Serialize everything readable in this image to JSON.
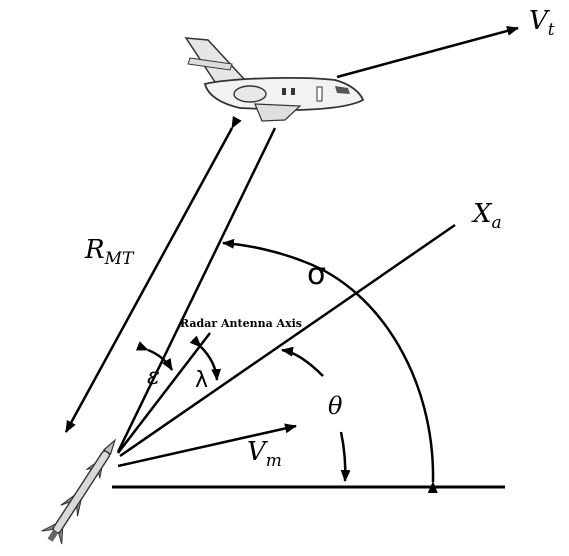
{
  "labels": {
    "vt_main": "V",
    "vt_sub": "t",
    "rmt_main": "R",
    "rmt_sub": "MT",
    "xa_main": "X",
    "xa_sub": "a",
    "sigma": "σ",
    "radar_axis": "Radar Antenna Axis",
    "epsilon": "ε",
    "lambda": "λ",
    "theta": "θ",
    "vm_main": "V",
    "vm_sub": "m"
  },
  "icons": {
    "aircraft": "aircraft-icon",
    "missile": "missile-icon"
  },
  "colors": {
    "line": "#000000",
    "background": "#ffffff",
    "aircraft_body": "#f2f2f2"
  }
}
